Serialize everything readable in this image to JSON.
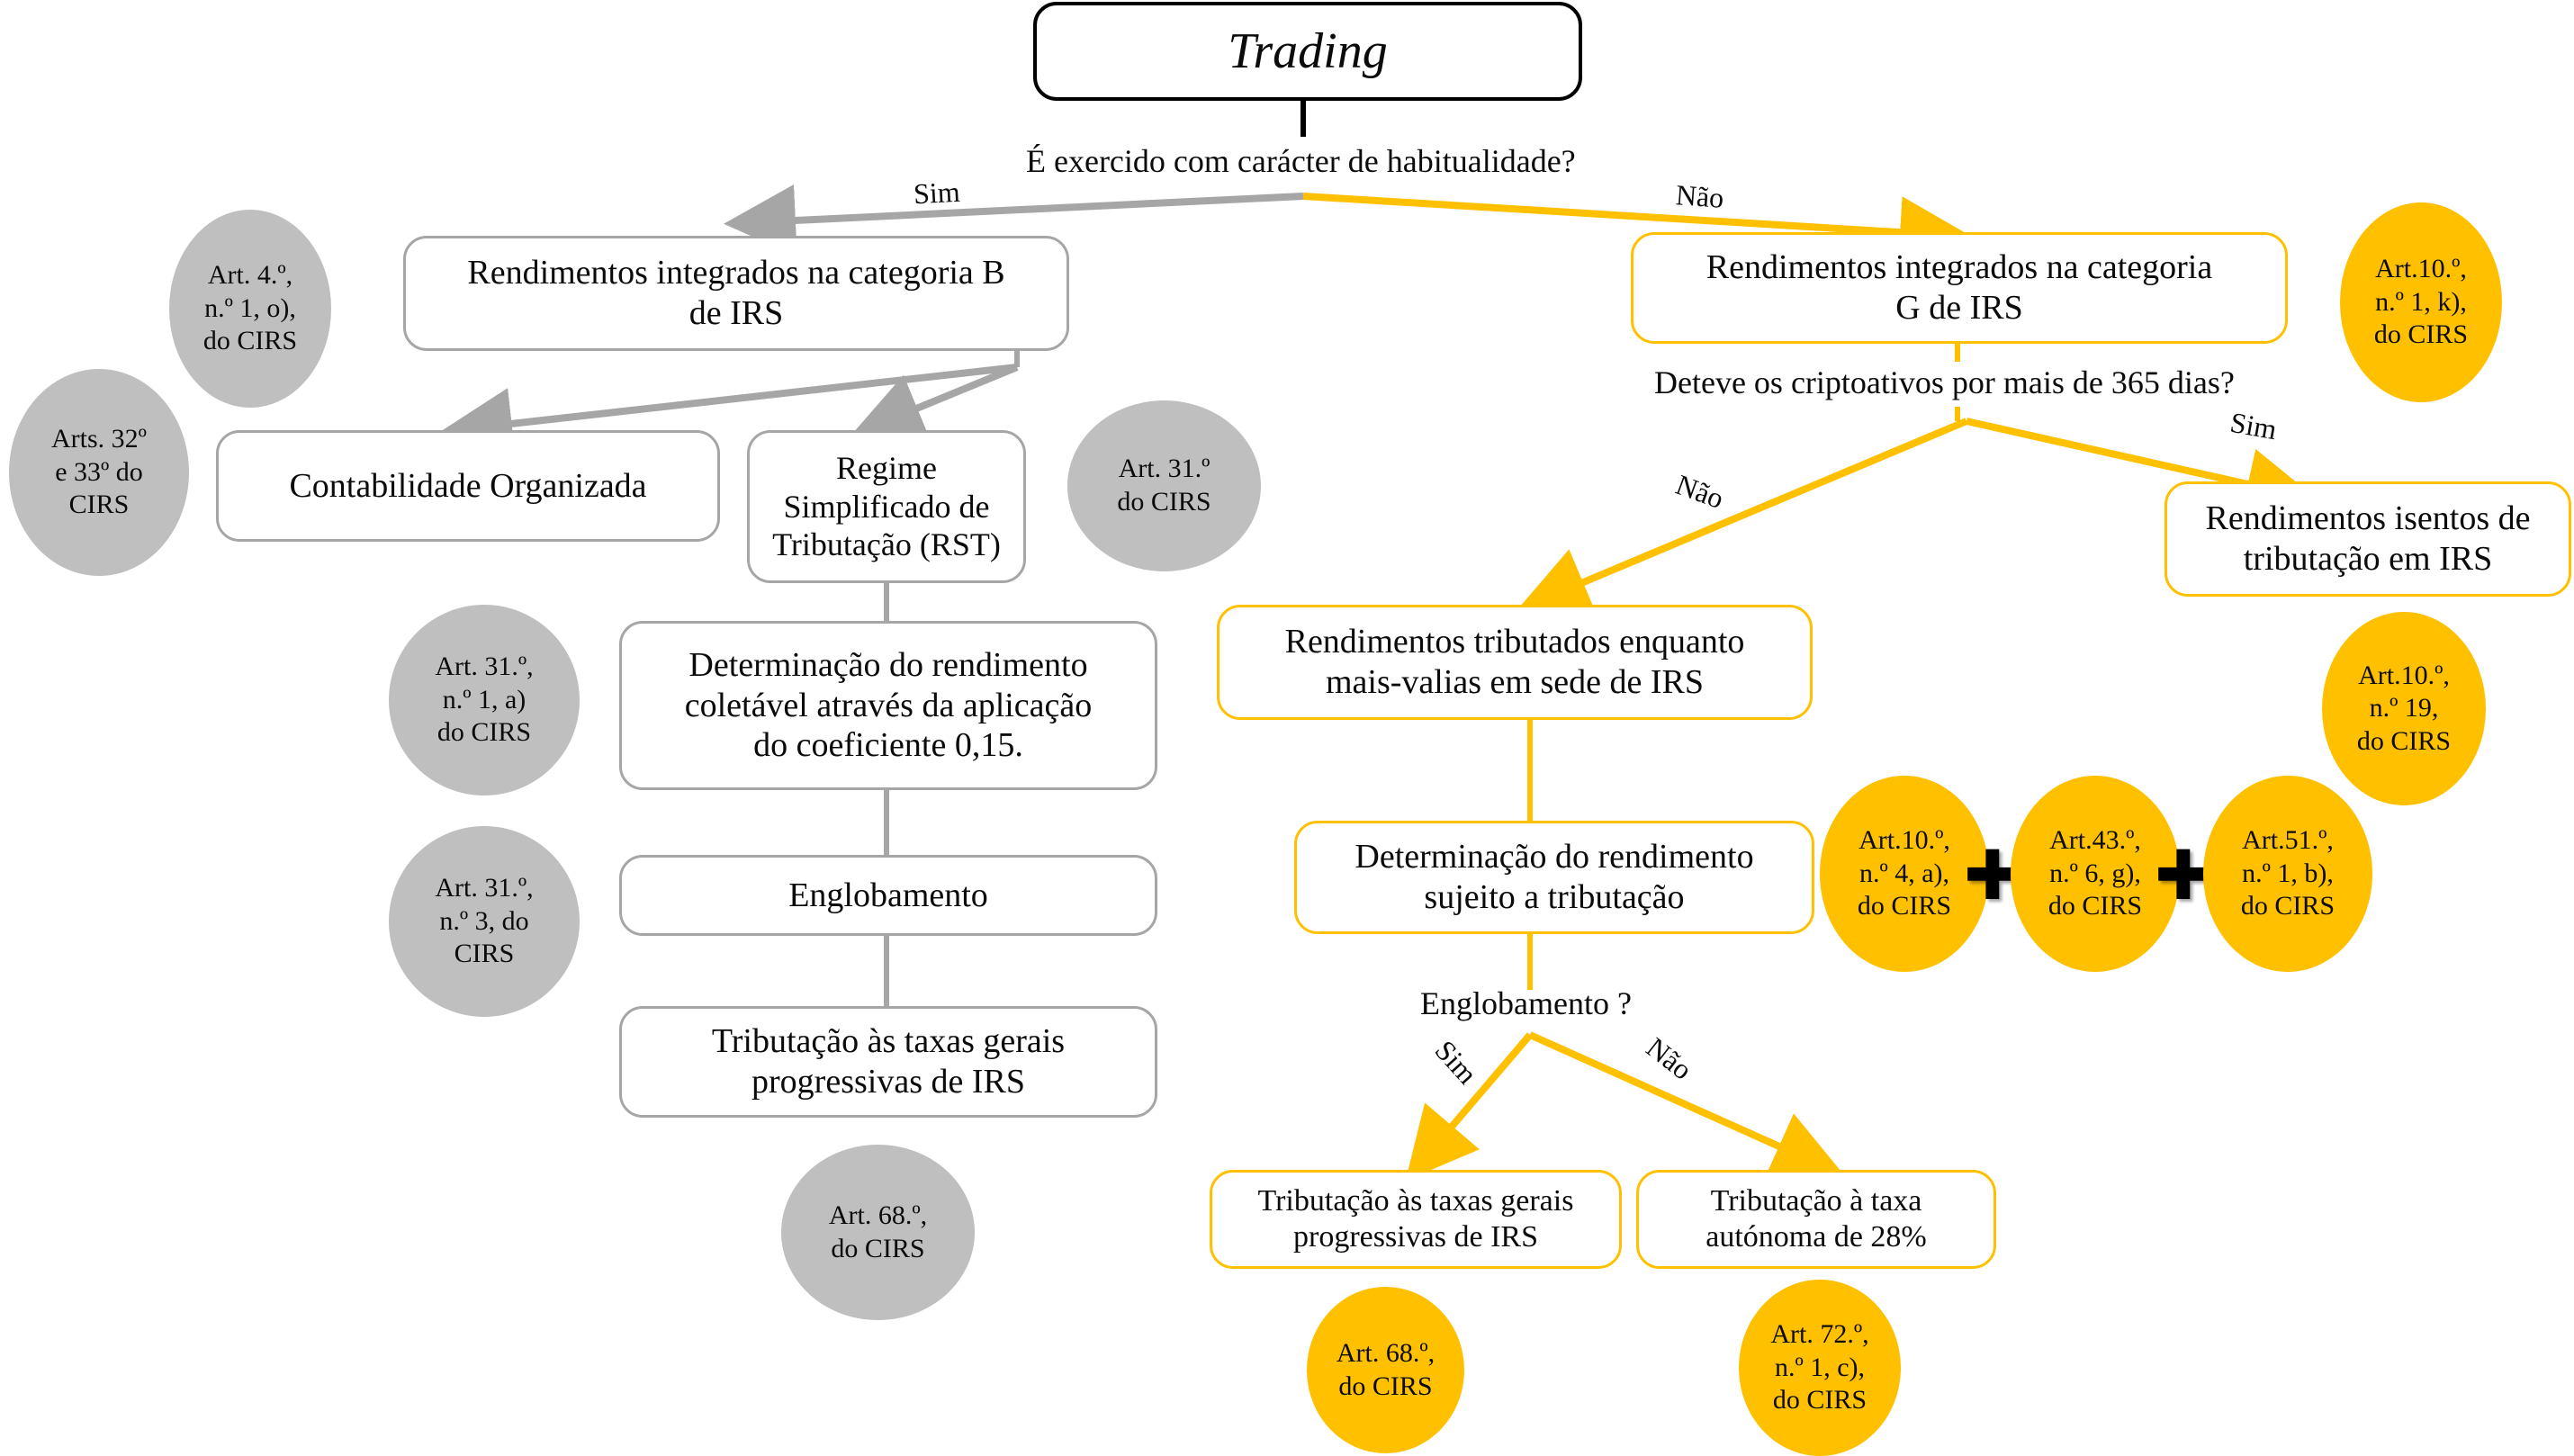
{
  "diagram": {
    "title": "Trading",
    "colors": {
      "branch_b": "#a6a6a6",
      "branch_g": "#ffc000",
      "ref_gray": "#bfbfbf",
      "ref_orange": "#ffc000",
      "root_border": "#000000",
      "text": "#0b0b0b"
    },
    "root": {
      "label": "Trading"
    },
    "questions": {
      "q1": "É exercido com carácter de habitualidade?",
      "q2": "Deteve os criptoativos por mais de 365 dias?",
      "q3": "Englobamento ?"
    },
    "edge_labels": {
      "q1_yes": "Sim",
      "q1_no": "Não",
      "q2_no": "Não",
      "q2_yes": "Sim",
      "q3_yes": "Sim",
      "q3_no": "Não"
    },
    "nodes": {
      "cat_b": "Rendimentos integrados na categoria B\nde IRS",
      "cat_g": "Rendimentos integrados na categoria\nG de IRS",
      "contab": "Contabilidade Organizada",
      "rst": "Regime\nSimplificado de\nTributação (RST)",
      "coef": "Determinação do rendimento\ncoletável através da aplicação\ndo coeficiente 0,15.",
      "englob_b": "Englobamento",
      "trib_b": "Tributação às taxas gerais\nprogressivas de IRS",
      "isentos": "Rendimentos isentos de\ntributação em IRS",
      "mais_valias": "Rendimentos tributados enquanto\nmais-valias em sede de IRS",
      "det_rend": "Determinação do rendimento\nsujeito a tributação",
      "trib_g_prog": "Tributação às taxas gerais\nprogressivas de IRS",
      "trib_g_aut": "Tributação à taxa\nautónoma de 28%"
    },
    "refs": {
      "art4": "Art. 4.º,\nn.º 1, o),\ndo CIRS",
      "arts32_33": "Arts. 32º\ne 33º do\nCIRS",
      "art31": "Art. 31.º\ndo CIRS",
      "art31_1a": "Art. 31.º,\nn.º 1, a)\ndo CIRS",
      "art31_3": "Art. 31.º,\nn.º 3, do\nCIRS",
      "art68_b": "Art. 68.º,\ndo CIRS",
      "art10_1k": "Art.10.º,\nn.º 1, k),\ndo CIRS",
      "art10_19": "Art.10.º,\nn.º 19,\ndo CIRS",
      "art10_4a": "Art.10.º,\nn.º 4, a),\ndo CIRS",
      "art43_6g": "Art.43.º,\nn.º 6, g),\ndo CIRS",
      "art51_1b": "Art.51.º,\nn.º 1, b),\ndo CIRS",
      "art68_g": "Art. 68.º,\ndo CIRS",
      "art72_1c": "Art. 72.º,\nn.º 1, c),\ndo CIRS"
    },
    "operators": {
      "plus1": "✚",
      "plus2": "✚"
    }
  }
}
